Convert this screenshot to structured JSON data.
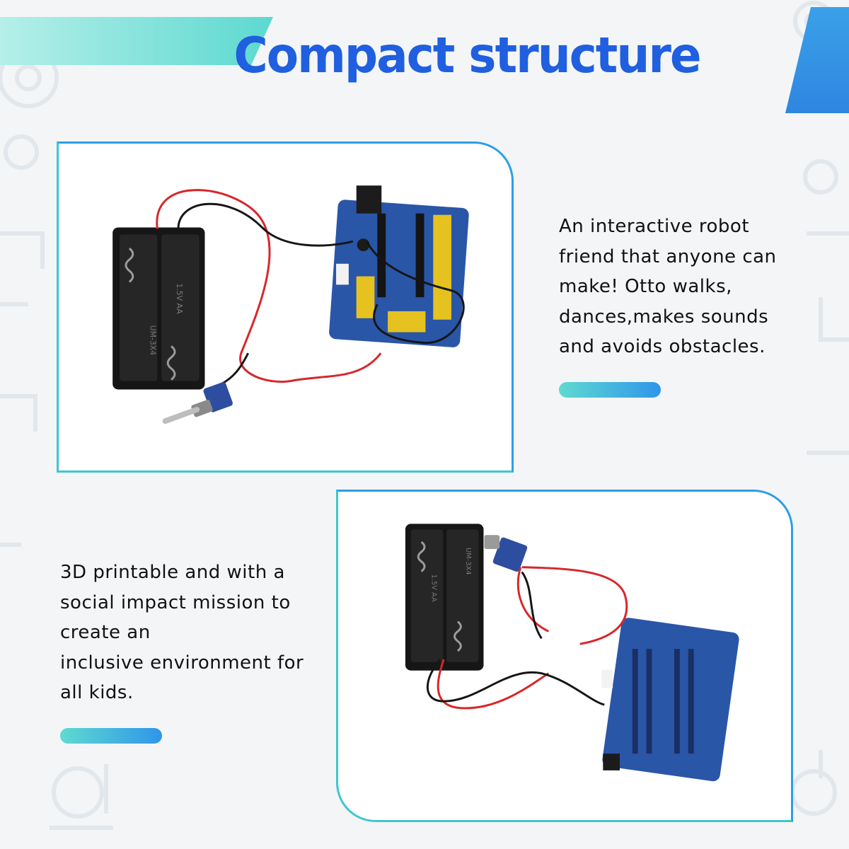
{
  "header": {
    "title": "Compact structure"
  },
  "sections": [
    {
      "lines": [
        "An interactive robot",
        "friend that anyone can",
        "make! Otto walks,",
        "dances,makes sounds",
        "and avoids obstacles."
      ]
    },
    {
      "lines": [
        "3D printable and with a",
        "social impact mission to",
        "create an",
        "inclusive environment for",
        "all kids."
      ]
    }
  ],
  "board_markings": {
    "holder_top": "1.5V AA",
    "holder_top_model": "UM-3X4",
    "holder_bottom": "1.5V AA",
    "holder_bottom_model": "UM-3X4"
  },
  "colors": {
    "title": "#1f5fe0",
    "accent_teal": "#5fdad1",
    "accent_blue": "#2f95ea",
    "pcb_blue": "#2a56a8",
    "wire_red": "#d8262a",
    "wire_black": "#161616"
  }
}
